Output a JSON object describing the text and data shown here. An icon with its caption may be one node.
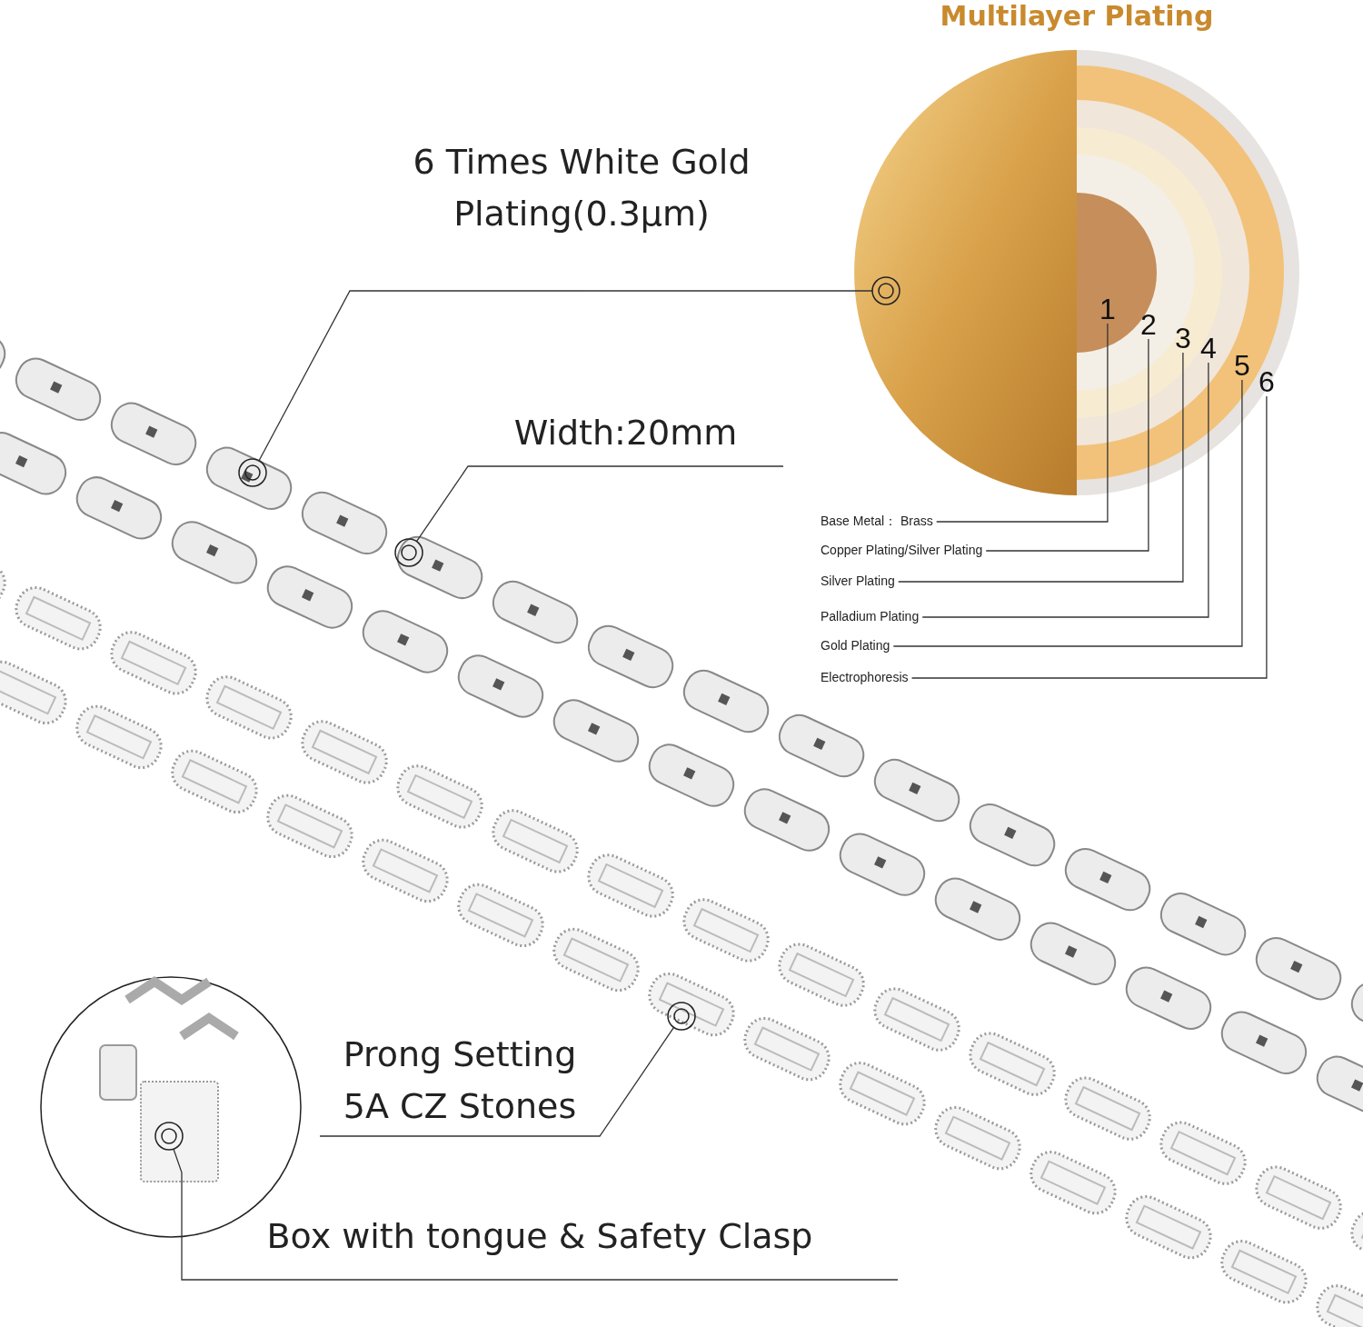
{
  "diagram": {
    "title": "Multilayer Plating",
    "nodes": [
      {
        "text": [
          "6 Times White Gold Plating(0.3μm)"
        ]
      },
      {
        "text": [],
        "shape": "circle"
      },
      {
        "text": [],
        "shape": "circle"
      },
      {
        "text": [
          "Width:20mm"
        ]
      },
      {
        "text": [],
        "shape": "circle"
      },
      {
        "text": [
          "Prong Setting 5A CZ Stones"
        ]
      },
      {
        "text": [],
        "shape": "circle"
      },
      {
        "text": [
          "Box with tongue & Safety Clasp"
        ]
      },
      {
        "text": [],
        "shape": "circle"
      },
      {
        "text": [
          "Base Metal： Brass"
        ]
      },
      {
        "text": [
          "Copper Plating/Silver Plating"
        ]
      },
      {
        "text": [
          "Silver Plating"
        ]
      },
      {
        "text": [
          "Palladium Plating"
        ]
      },
      {
        "text": [
          "Gold Plating"
        ]
      },
      {
        "text": [
          "Electrophoresis"
        ]
      },
      {
        "text": [
          "1"
        ]
      },
      {
        "text": [
          "2"
        ]
      },
      {
        "text": [
          "3"
        ]
      },
      {
        "text": [
          "4"
        ]
      },
      {
        "text": [
          "5"
        ]
      },
      {
        "text": [
          "6"
        ]
      }
    ],
    "edges": [
      {
        "from": 0,
        "to": 1,
        "arrow": "none"
      },
      {
        "from": 0,
        "to": 2,
        "arrow": "none"
      },
      {
        "from": 3,
        "to": 4,
        "arrow": "none"
      },
      {
        "from": 5,
        "to": 6,
        "arrow": "none"
      },
      {
        "from": 7,
        "to": 8,
        "arrow": "none"
      },
      {
        "from": 9,
        "to": 15,
        "arrow": "none"
      },
      {
        "from": 10,
        "to": 16,
        "arrow": "none"
      },
      {
        "from": 11,
        "to": 17,
        "arrow": "none"
      },
      {
        "from": 12,
        "to": 18,
        "arrow": "none"
      },
      {
        "from": 13,
        "to": 19,
        "arrow": "none"
      },
      {
        "from": 14,
        "to": 20,
        "arrow": "none"
      }
    ]
  }
}
